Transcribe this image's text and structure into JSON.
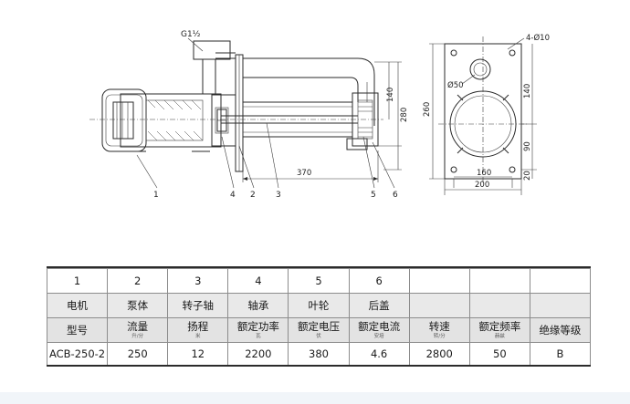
{
  "drawing": {
    "thread_label": "G1½",
    "dimensions": {
      "length_370": "370",
      "height_140_left": "140",
      "height_280": "280",
      "height_260": "260",
      "holes": "4-Ø10",
      "dia_50": "Ø50",
      "height_140_right": "140",
      "height_90": "90",
      "width_160": "160",
      "width_200": "200",
      "height_20": "20"
    },
    "callouts": [
      "1",
      "4",
      "2",
      "3",
      "5",
      "6"
    ]
  },
  "table": {
    "part_numbers": [
      "1",
      "2",
      "3",
      "4",
      "5",
      "6",
      "",
      "",
      ""
    ],
    "part_names": [
      "电机",
      "泵体",
      "转子轴",
      "轴承",
      "叶轮",
      "后盖",
      "",
      "",
      ""
    ],
    "headers": [
      {
        "label": "型号",
        "unit": ""
      },
      {
        "label": "流量",
        "unit": "升/分"
      },
      {
        "label": "扬程",
        "unit": "米"
      },
      {
        "label": "额定功率",
        "unit": "瓦"
      },
      {
        "label": "额定电压",
        "unit": "伏"
      },
      {
        "label": "额定电流",
        "unit": "安培"
      },
      {
        "label": "转速",
        "unit": "转/分"
      },
      {
        "label": "额定频率",
        "unit": "赫兹"
      },
      {
        "label": "绝缘等级",
        "unit": ""
      }
    ],
    "values": [
      "ACB-250-2",
      "250",
      "12",
      "2200",
      "380",
      "4.6",
      "2800",
      "50",
      "B"
    ]
  }
}
